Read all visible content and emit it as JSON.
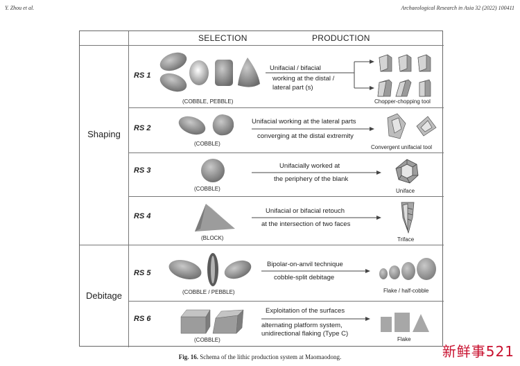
{
  "page": {
    "running_head_left": "Y. Zhou et al.",
    "running_head_right": "Archaeological Research in Asia 32 (2022) 100411"
  },
  "figure": {
    "col_selection": "SELECTION",
    "col_production": "PRODUCTION",
    "groups": [
      "Shaping",
      "Debitage"
    ],
    "rows": [
      {
        "label": "RS 1",
        "selection": "(COBBLE, PEBBLE)",
        "process": [
          "Unifacial / bifacial",
          "working at the distal /",
          "lateral part (s)"
        ],
        "result": "Chopper-chopping tool"
      },
      {
        "label": "RS 2",
        "selection": "(COBBLE)",
        "process": [
          "Unifacial working at the lateral parts",
          "converging at the distal extremity"
        ],
        "result": "Convergent unifacial tool"
      },
      {
        "label": "RS 3",
        "selection": "(COBBLE)",
        "process": [
          "Unifacially worked at",
          "the periphery of the blank"
        ],
        "result": "Uniface"
      },
      {
        "label": "RS 4",
        "selection": "(BLOCK)",
        "process": [
          "Unifacial or bifacial retouch",
          "at the intersection of two faces"
        ],
        "result": "Triface"
      },
      {
        "label": "RS 5",
        "selection": "(COBBLE / PEBBLE)",
        "process": [
          "Bipolar-on-anvil technique",
          "cobble-split debitage"
        ],
        "result": "Flake / half-cobble"
      },
      {
        "label": "RS 6",
        "selection": "(COBBLE)",
        "process": [
          "Exploitation of the surfaces",
          "alternating platform system,",
          "unidirectional flaking (Type C)"
        ],
        "result": "Flake"
      }
    ]
  },
  "caption": {
    "fig_no": "Fig. 16.",
    "text": " Schema of the lithic production system at Maomaodong."
  },
  "watermark": "新鲜事521"
}
